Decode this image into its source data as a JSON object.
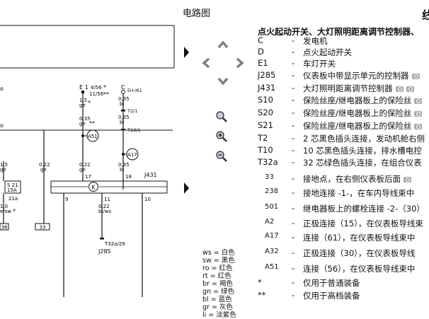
{
  "header": {
    "title": "电路图",
    "cut_title": "线"
  },
  "legend": {
    "title": "点火起动开关、大灯照明距离调节控制器、",
    "items": [
      {
        "code": "C",
        "desc": "发电机",
        "cams": 0,
        "small": false
      },
      {
        "code": "D",
        "desc": "点火起动开关",
        "cams": 0,
        "small": false
      },
      {
        "code": "E1",
        "desc": "车灯开关",
        "cams": 0,
        "small": false
      },
      {
        "code": "J285",
        "desc": "仪表板中带显示单元的控制器",
        "cams": 1,
        "small": false
      },
      {
        "code": "J431",
        "desc": "大灯照明距离调节控制器",
        "cams": 2,
        "small": false
      },
      {
        "code": "S10",
        "desc": "保险丝座/继电器板上的保险丝",
        "cams": 1,
        "small": false
      },
      {
        "code": "S20",
        "desc": "保险丝座/继电器板上的保险丝",
        "cams": 1,
        "small": false
      },
      {
        "code": "S21",
        "desc": "保险丝座/继电器板上的保险丝",
        "cams": 1,
        "small": false
      },
      {
        "code": "T2",
        "desc": "2 芯黑色插头连接，发动机舱右侧",
        "cams": 0,
        "small": false
      },
      {
        "code": "T10",
        "desc": "10 芯黑色插头连接，排水槽电控",
        "cams": 0,
        "small": false
      },
      {
        "code": "T32a",
        "desc": "32 芯绿色插头连接，在组合仪表",
        "cams": 0,
        "small": false
      },
      {
        "code": "33",
        "desc": "接地点，在右侧仪表板后面",
        "cams": 1,
        "small": true
      },
      {
        "code": "238",
        "desc": "接地连接 -1-，在车内导线束中",
        "cams": 0,
        "small": true
      },
      {
        "code": "501",
        "desc": "继电器板上的螺栓连接 -2-（30）",
        "cams": 0,
        "small": true
      },
      {
        "code": "A2",
        "desc": "正极连接（15），在仪表板导线束",
        "cams": 0,
        "small": true
      },
      {
        "code": "A17",
        "desc": "连接（61），在仪表板导线束中",
        "cams": 0,
        "small": true
      },
      {
        "code": "A32",
        "desc": "正极连接（30），在仪表板导线",
        "cams": 0,
        "small": true
      },
      {
        "code": "A51",
        "desc": "连接（56），在仪表板导线束中",
        "cams": 0,
        "small": true
      },
      {
        "code": "*",
        "desc": "仅用于普通装备",
        "cams": 0,
        "small": false
      },
      {
        "code": "**",
        "desc": "仅用于高档装备",
        "cams": 0,
        "small": false
      }
    ]
  },
  "color_codes": [
    "ws = 白色",
    "sw = 黑色",
    "ro = 红色",
    "rt = 红色",
    "br = 褐色",
    "gn = 绿色",
    "bl = 蓝色",
    "gr = 灰色",
    "li = 淡紫色"
  ],
  "diagram": {
    "lbl_e1": "E 1",
    "lbl_456": "4/56",
    "lbl_star1": "*",
    "lbl_1156": "11/56",
    "lbl_star2": "**",
    "lbl_15a": "1,5",
    "lbl_ge_a": "ge",
    "lbl_star3": "*",
    "lbl_035a": "0,35",
    "lbl_ge_b": "ge",
    "lbl_star4": "**",
    "lbl_a51": "A51",
    "lbl_c": "C",
    "lbl_d61": "D+/61",
    "lbl_035b": "0,35",
    "lbl_bl_a": "bl",
    "lbl_t21": "T2/1",
    "lbl_035c": "0,35",
    "lbl_bl_b": "bl",
    "lbl_t101": "T10/1",
    "lbl_a17": "A17",
    "lbl_15b": "1,5",
    "lbl_ge_c": "ge",
    "lbl_s21": "S 21",
    "lbl_15A": "15A",
    "lbl_21a": "21a",
    "lbl_022a": "0,22",
    "lbl_ge_d": "ge",
    "lbl_022b": "0,22",
    "lbl_ge_e": "ge",
    "lbl_035d": "0,35",
    "lbl_bl_c": "bl",
    "lbl_j431": "J431",
    "lbl_k": "K",
    "lbl_p17": "17",
    "lbl_p18": "18",
    "lbl_p9": "9",
    "lbl_p10": "10",
    "lbl_p11": "11",
    "lbl_022c": "0,22",
    "lbl_blws": "bl/ws",
    "lbl_t32": "T32a/29",
    "lbl_j285": "J285",
    "lbl_10": "1,0",
    "lbl_sw": "e/sw",
    "lbl_star5": "*",
    "lbl_36": "36",
    "lbl_33": "33",
    "lbl_o": "o",
    "lbl_o2": "o"
  }
}
